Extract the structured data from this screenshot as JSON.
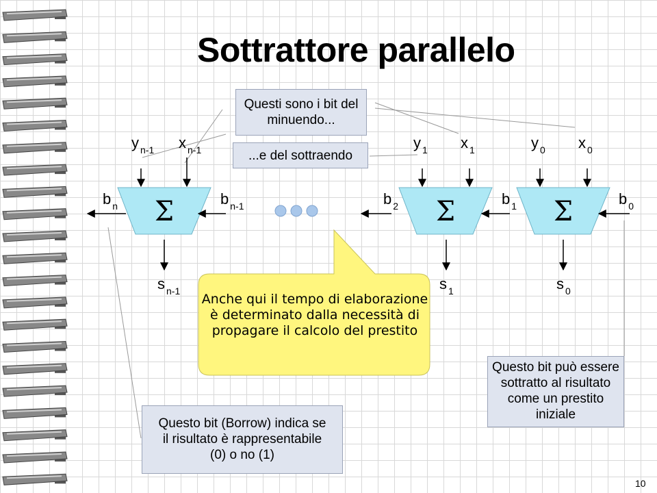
{
  "title": "Sottrattore parallelo",
  "inputs": {
    "y_n1": {
      "base": "y",
      "sub": "n-1"
    },
    "x_n1": {
      "base": "x",
      "sub": "n-1"
    },
    "y_1": {
      "base": "y",
      "sub": "1"
    },
    "x_1": {
      "base": "x",
      "sub": "1"
    },
    "y_0": {
      "base": "y",
      "sub": "0"
    },
    "x_0": {
      "base": "x",
      "sub": "0"
    }
  },
  "borrows": {
    "b_n": {
      "base": "b",
      "sub": "n"
    },
    "b_n1": {
      "base": "b",
      "sub": "n-1"
    },
    "b_2": {
      "base": "b",
      "sub": "2"
    },
    "b_1": {
      "base": "b",
      "sub": "1"
    },
    "b_0": {
      "base": "b",
      "sub": "0"
    }
  },
  "outputs": {
    "s_n1": {
      "base": "s",
      "sub": "n-1"
    },
    "s_1": {
      "base": "s",
      "sub": "1"
    },
    "s_0": {
      "base": "s",
      "sub": "0"
    }
  },
  "adder_symbol": "Σ",
  "notes": {
    "minuend": "Questi sono i bit del minuendo...",
    "subtrahend": "...e del sottraendo",
    "propagation": "Anche qui il tempo di elaborazione è determinato dalla necessità di propagare il calcolo del prestito",
    "borrow_out": "Questo bit (Borrow) indica se il risultato è rappresentabile (0) o no (1)",
    "borrow_in": "Questo bit può essere sottratto al risultato come un prestito iniziale"
  },
  "colors": {
    "adder_fill": "#aee8f5",
    "dots": "#a9c7ea",
    "callout_fill": "#fff67e",
    "note_fill": "#dfe4ef"
  },
  "page_number": "10"
}
